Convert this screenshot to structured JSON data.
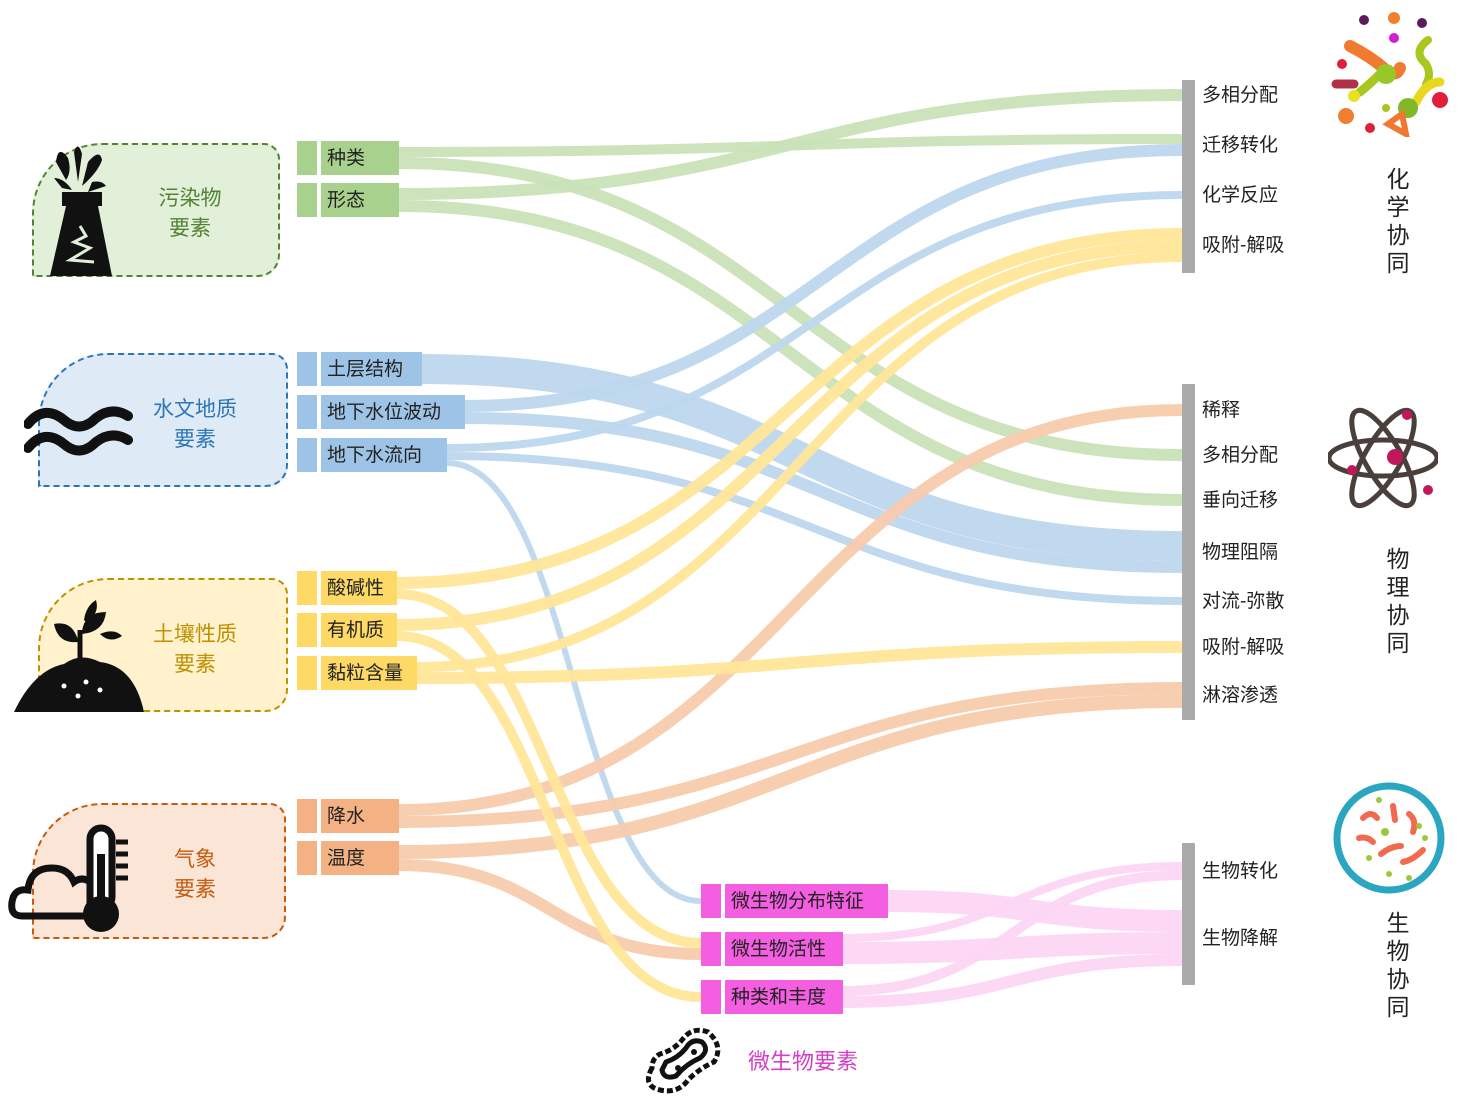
{
  "colors": {
    "green_flow": "#c9e2b8",
    "green_node": "#a9d18e",
    "green_box": "#e2f0d9",
    "green_border": "#548235",
    "blue_flow": "#bdd7ee",
    "blue_node": "#9dc3e6",
    "blue_box": "#deebf7",
    "blue_border": "#2e75b6",
    "yellow_flow": "#ffe699",
    "yellow_node": "#ffd966",
    "yellow_box": "#fff2cc",
    "yellow_border": "#bf9000",
    "orange_flow": "#f8cbad",
    "orange_node": "#f4b183",
    "orange_box": "#fbe5d6",
    "orange_border": "#c55a11",
    "pink_flow": "#fcd6f4",
    "pink_node": "#f45ee0",
    "pink_label": "#d43fc4",
    "target_bar": "#aaaaaa"
  },
  "groups": {
    "pollutant": {
      "line1": "污染物",
      "line2": "要素",
      "icon": "oil-derrick-icon"
    },
    "hydro": {
      "line1": "水文地质",
      "line2": "要素",
      "icon": "water-waves-icon"
    },
    "soil": {
      "line1": "土壤性质",
      "line2": "要素",
      "icon": "plant-soil-icon"
    },
    "weather": {
      "line1": "气象",
      "line2": "要素",
      "icon": "cloud-thermometer-icon"
    },
    "microbe": {
      "label": "微生物要素",
      "icon": "bacterium-icon"
    }
  },
  "sources": {
    "zl": "种类",
    "xt": "形态",
    "tc": "土层结构",
    "sw": "地下水位波动",
    "lx": "地下水流向",
    "sj": "酸碱性",
    "yj": "有机质",
    "nl": "黏粒含量",
    "js": "降水",
    "wd": "温度",
    "fb": "微生物分布特征",
    "hx": "微生物活性",
    "fd": "种类和丰度"
  },
  "targets": {
    "c1": "多相分配",
    "c2": "迁移转化",
    "c3": "化学反应",
    "c4": "吸附-解吸",
    "p1": "稀释",
    "p2": "多相分配",
    "p3": "垂向迁移",
    "p4": "物理阻隔",
    "p5": "对流-弥散",
    "p6": "吸附-解吸",
    "p7": "淋溶渗透",
    "b1": "生物转化",
    "b2": "生物降解"
  },
  "categories": {
    "chem": {
      "title": [
        "化",
        "学",
        "协",
        "同"
      ],
      "icon": "molecule-icon"
    },
    "phys": {
      "title": [
        "物",
        "理",
        "协",
        "同"
      ],
      "icon": "atom-icon"
    },
    "bio": {
      "title": [
        "生",
        "物",
        "协",
        "同"
      ],
      "icon": "petri-dish-icon"
    }
  },
  "flows": [
    {
      "from": "zl",
      "to": "c2",
      "value": 10,
      "color": "green"
    },
    {
      "from": "zl",
      "to": "p2",
      "value": 12,
      "color": "green"
    },
    {
      "from": "xt",
      "to": "c1",
      "value": 12,
      "color": "green"
    },
    {
      "from": "xt",
      "to": "p3",
      "value": 12,
      "color": "green"
    },
    {
      "from": "tc",
      "to": "p4",
      "value": 30,
      "color": "blue"
    },
    {
      "from": "sw",
      "to": "c2",
      "value": 12,
      "color": "blue"
    },
    {
      "from": "sw",
      "to": "p4",
      "value": 12,
      "color": "blue"
    },
    {
      "from": "lx",
      "to": "c3",
      "value": 8,
      "color": "blue"
    },
    {
      "from": "lx",
      "to": "p5",
      "value": 8,
      "color": "blue"
    },
    {
      "from": "lx",
      "to": "fb",
      "value": 6,
      "color": "blue"
    },
    {
      "from": "sj",
      "to": "c4",
      "value": 12,
      "color": "yellow"
    },
    {
      "from": "sj",
      "to": "hx",
      "value": 10,
      "color": "yellow"
    },
    {
      "from": "yj",
      "to": "c4",
      "value": 12,
      "color": "yellow"
    },
    {
      "from": "yj",
      "to": "fd",
      "value": 10,
      "color": "yellow"
    },
    {
      "from": "nl",
      "to": "c4",
      "value": 10,
      "color": "yellow"
    },
    {
      "from": "nl",
      "to": "p6",
      "value": 12,
      "color": "yellow"
    },
    {
      "from": "js",
      "to": "p1",
      "value": 12,
      "color": "orange"
    },
    {
      "from": "js",
      "to": "p7",
      "value": 12,
      "color": "orange"
    },
    {
      "from": "wd",
      "to": "p7",
      "value": 14,
      "color": "orange"
    },
    {
      "from": "wd",
      "to": "hx",
      "value": 12,
      "color": "orange"
    },
    {
      "from": "fb",
      "to": "b2",
      "value": 22,
      "color": "pink"
    },
    {
      "from": "hx",
      "to": "b1",
      "value": 8,
      "color": "pink"
    },
    {
      "from": "hx",
      "to": "b2",
      "value": 22,
      "color": "pink"
    },
    {
      "from": "fd",
      "to": "b1",
      "value": 10,
      "color": "pink"
    },
    {
      "from": "fd",
      "to": "b2",
      "value": 12,
      "color": "pink"
    }
  ]
}
